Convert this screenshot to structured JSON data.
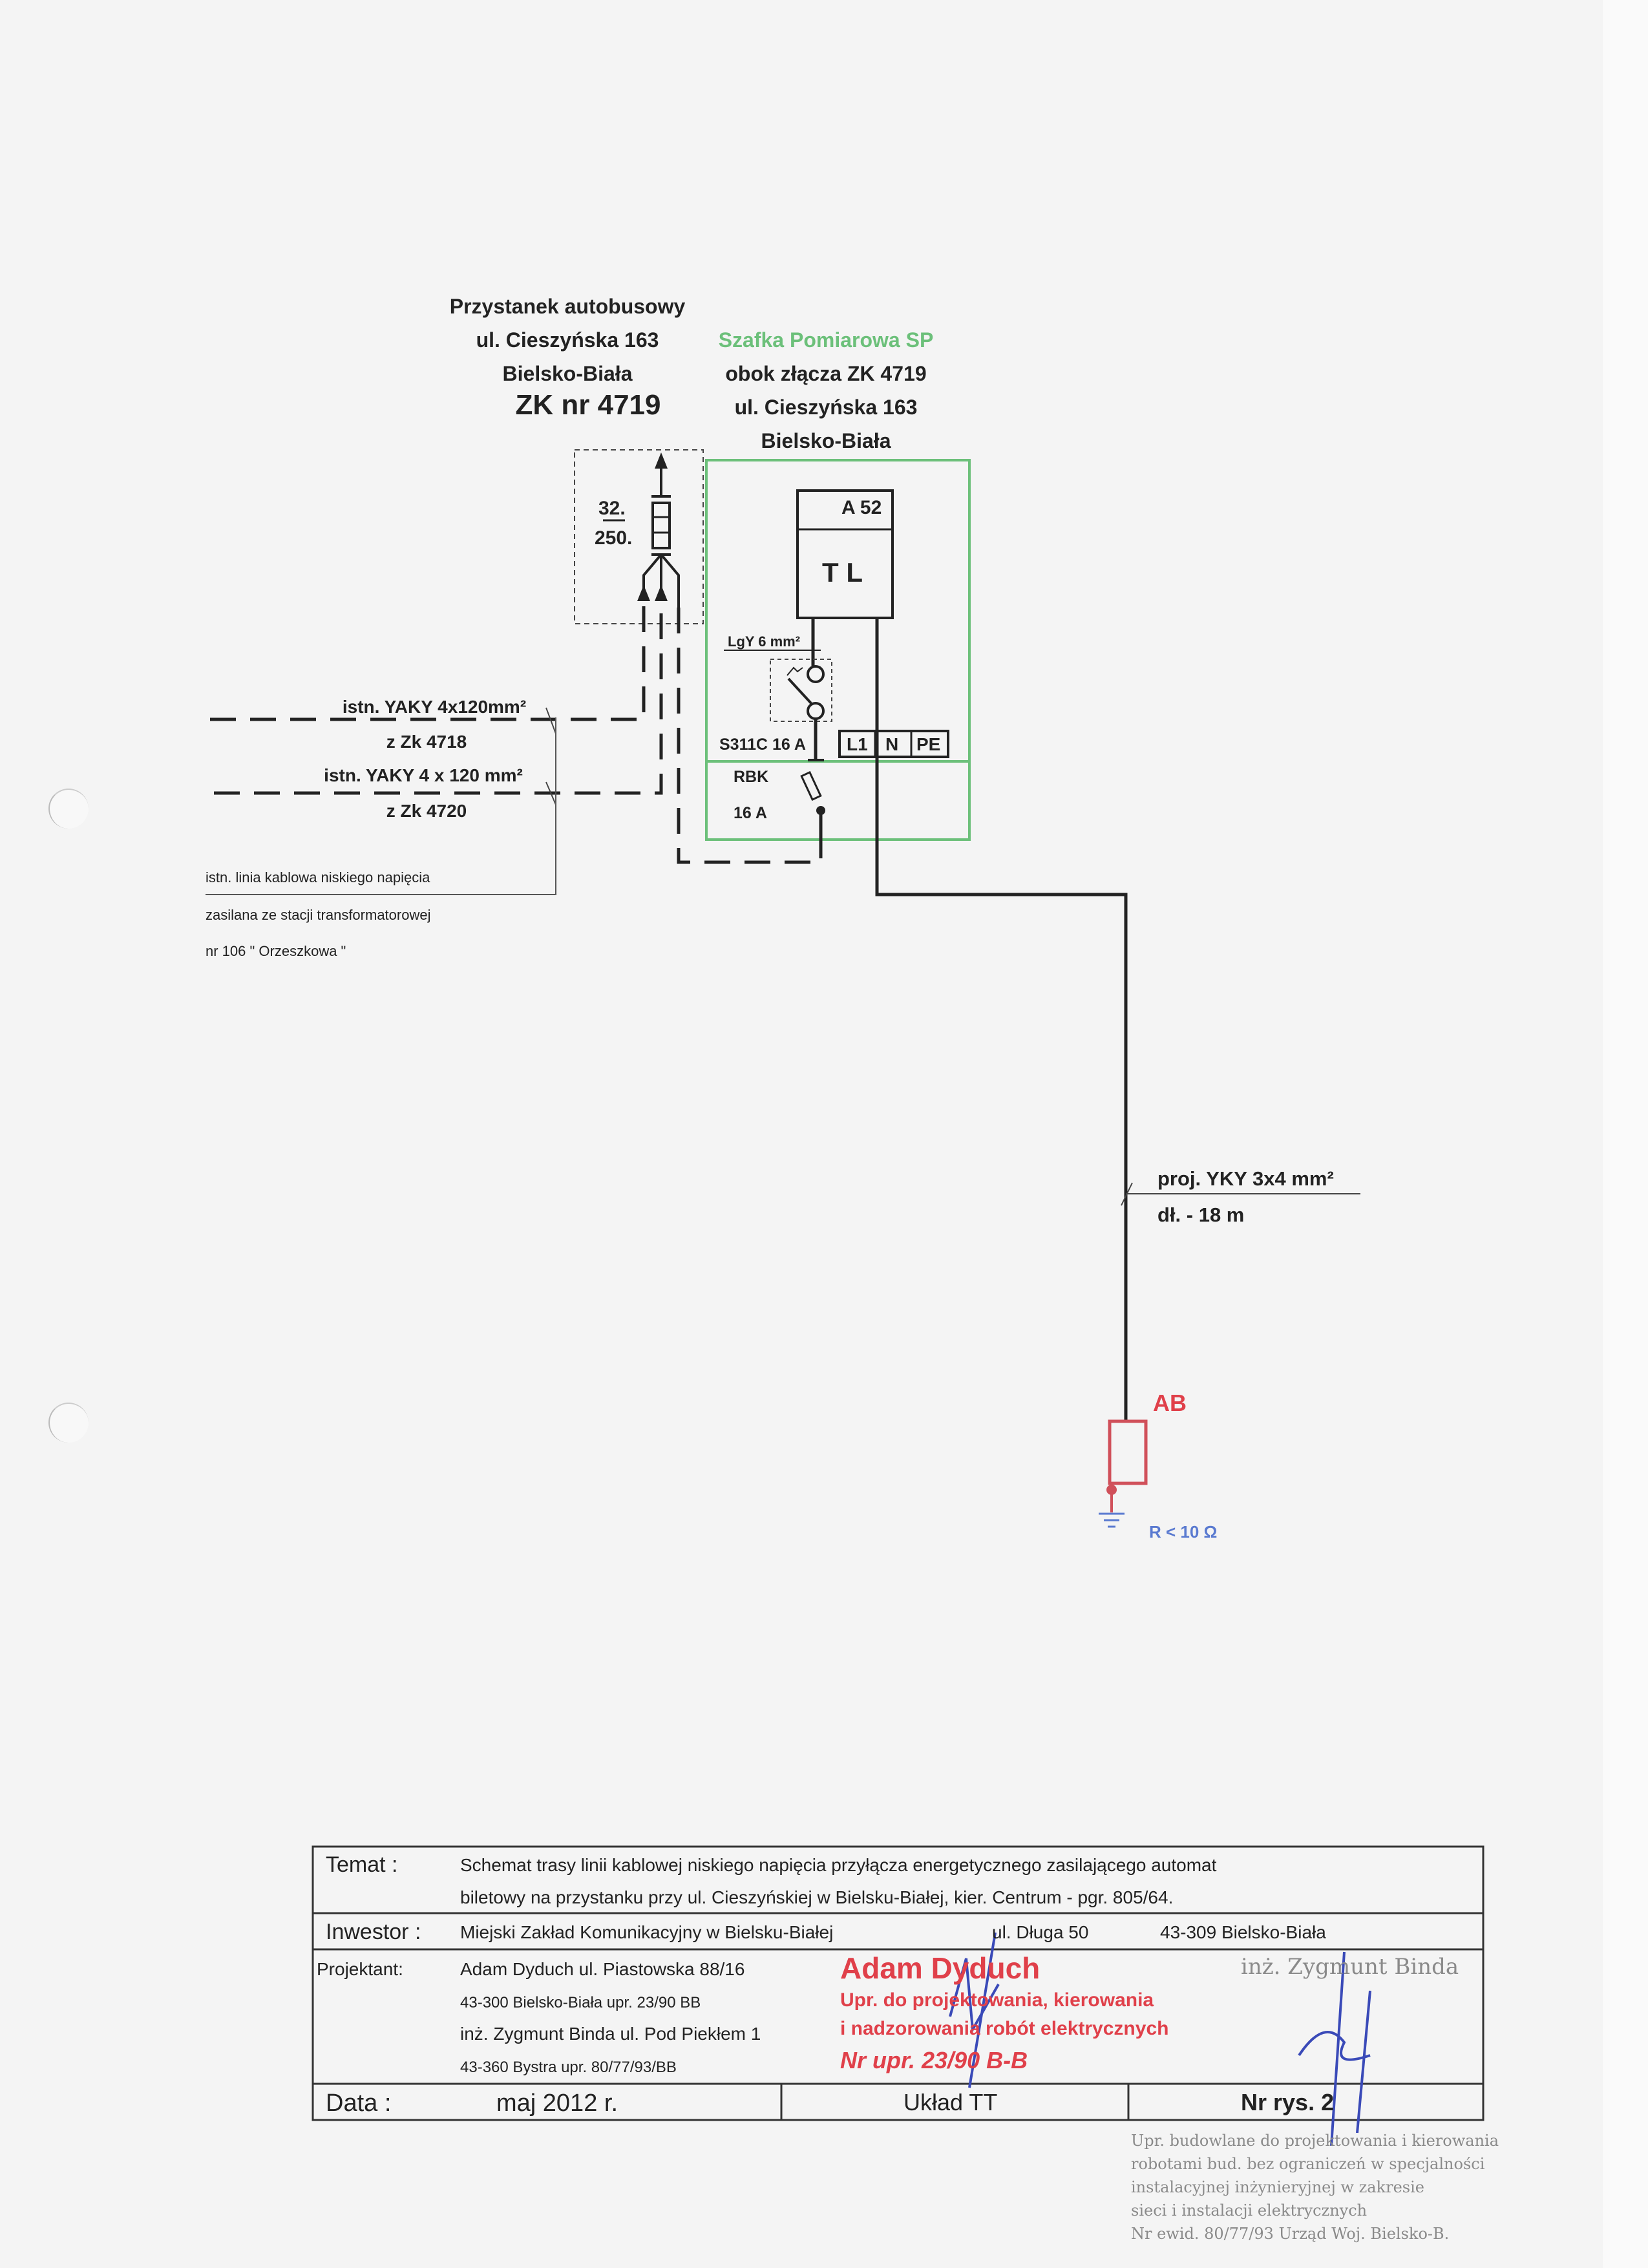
{
  "bus_stop": {
    "line1": "Przystanek  autobusowy",
    "line2": "ul. Cieszyńska 163",
    "line3": "Bielsko-Biała",
    "zk": "ZK nr 4719"
  },
  "cabinet": {
    "title": "Szafka  Pomiarowa  SP",
    "line2": "obok  złącza  ZK 4719",
    "line3": "ul. Cieszyńska 163",
    "line4": "Bielsko-Biała",
    "meter_top": "A 52",
    "meter_main": "T L",
    "wire": "LgY 6 mm²",
    "breaker": "S311C 16 A",
    "terminals": [
      "L1",
      "N",
      "PE"
    ],
    "rbk": "RBK",
    "rbk_rating": "16 A"
  },
  "fuse": {
    "top": "32.",
    "bottom": "250."
  },
  "cables": {
    "c1_label": "istn. YAKY 4x120mm²",
    "c1_from": "z  Zk 4718",
    "c2_label": "istn. YAKY 4 x 120 mm²",
    "c2_from": "z  Zk 4720",
    "note1": "istn.  linia  kablowa  niskiego  napięcia",
    "note2": "zasilana  ze  stacji  transformatorowej",
    "note3": "nr  106  \" Orzeszkowa \"",
    "proj_label": "proj. YKY 3x4 mm²",
    "proj_len": "dł. - 18 m"
  },
  "earth": {
    "label": "AB",
    "resistance": "R < 10 Ω"
  },
  "title_block": {
    "temat_label": "Temat :",
    "temat_1": "Schemat  trasy  linii  kablowej  niskiego  napięcia  przyłącza  energetycznego  zasilającego  automat",
    "temat_2": "biletowy  na  przystanku  przy  ul.  Cieszyńskiej  w  Bielsku-Białej,  kier.  Centrum  -  pgr. 805/64.",
    "inwestor_label": "Inwestor :",
    "inwestor_1": "Miejski  Zakład  Komunikacyjny  w  Bielsku-Białej",
    "inwestor_2": "ul. Długa 50",
    "inwestor_3": "43-309  Bielsko-Biała",
    "projektant_label": "Projektant:",
    "p1": "Adam  Dyduch     ul. Piastowska 88/16",
    "p2": "43-300  Bielsko-Biała     upr. 23/90 BB",
    "p3": "inż. Zygmunt  Binda     ul. Pod Piekłem 1",
    "p4": "43-360  Bystra     upr. 80/77/93/BB",
    "data_label": "Data :",
    "data_value": "maj  2012 r.",
    "uklad": "Układ   TT",
    "nr_rys": "Nr rys.  2"
  },
  "stamps": {
    "red_name": "Adam  Dyduch",
    "red_1": "Upr.  do  projektowania,  kierowania",
    "red_2": "i nadzorowania robót elektrycznych",
    "red_3": "Nr upr. 23/90 B-B",
    "gray_name": "inż. Zygmunt Binda",
    "gray_1": "Upr. budowlane do projektowania i kierowania",
    "gray_2": "robotami bud. bez ograniczeń w specjalności",
    "gray_3": "instalacyjnej inżynieryjnej w zakresie",
    "gray_4": "sieci i instalacji elektrycznych",
    "gray_5": "Nr ewid. 80/77/93 Urząd Woj. Bielsko-B."
  }
}
